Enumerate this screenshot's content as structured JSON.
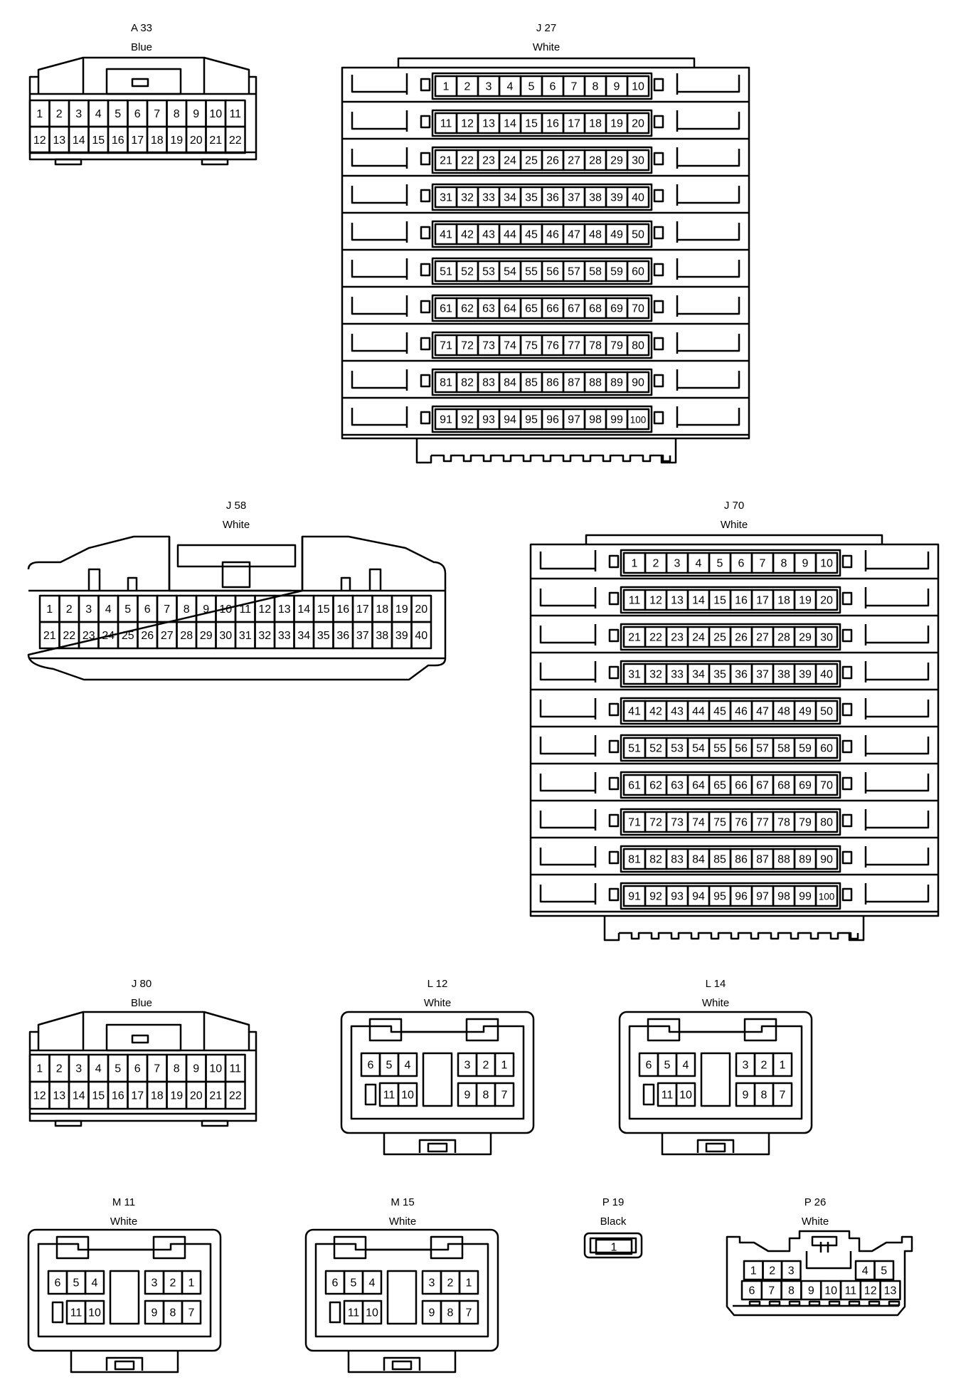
{
  "connectors": [
    {
      "key": "A33",
      "id": "A 33",
      "color": "Blue",
      "rows": [
        [
          1,
          2,
          3,
          4,
          5,
          6,
          7,
          8,
          9,
          10,
          11
        ],
        [
          12,
          13,
          14,
          15,
          16,
          17,
          18,
          19,
          20,
          21,
          22
        ]
      ]
    },
    {
      "key": "J27",
      "id": "J 27",
      "color": "White",
      "rows": [
        [
          1,
          2,
          3,
          4,
          5,
          6,
          7,
          8,
          9,
          10
        ],
        [
          11,
          12,
          13,
          14,
          15,
          16,
          17,
          18,
          19,
          20
        ],
        [
          21,
          22,
          23,
          24,
          25,
          26,
          27,
          28,
          29,
          30
        ],
        [
          31,
          32,
          33,
          34,
          35,
          36,
          37,
          38,
          39,
          40
        ],
        [
          41,
          42,
          43,
          44,
          45,
          46,
          47,
          48,
          49,
          50
        ],
        [
          51,
          52,
          53,
          54,
          55,
          56,
          57,
          58,
          59,
          60
        ],
        [
          61,
          62,
          63,
          64,
          65,
          66,
          67,
          68,
          69,
          70
        ],
        [
          71,
          72,
          73,
          74,
          75,
          76,
          77,
          78,
          79,
          80
        ],
        [
          81,
          82,
          83,
          84,
          85,
          86,
          87,
          88,
          89,
          90
        ],
        [
          91,
          92,
          93,
          94,
          95,
          96,
          97,
          98,
          99,
          100
        ]
      ]
    },
    {
      "key": "J58",
      "id": "J 58",
      "color": "White",
      "rows": [
        [
          1,
          2,
          3,
          4,
          5,
          6,
          7,
          8,
          9,
          10,
          11,
          12,
          13,
          14,
          15,
          16,
          17,
          18,
          19,
          20
        ],
        [
          21,
          22,
          23,
          24,
          25,
          26,
          27,
          28,
          29,
          30,
          31,
          32,
          33,
          34,
          35,
          36,
          37,
          38,
          39,
          40
        ]
      ]
    },
    {
      "key": "J70",
      "id": "J 70",
      "color": "White",
      "rows": [
        [
          1,
          2,
          3,
          4,
          5,
          6,
          7,
          8,
          9,
          10
        ],
        [
          11,
          12,
          13,
          14,
          15,
          16,
          17,
          18,
          19,
          20
        ],
        [
          21,
          22,
          23,
          24,
          25,
          26,
          27,
          28,
          29,
          30
        ],
        [
          31,
          32,
          33,
          34,
          35,
          36,
          37,
          38,
          39,
          40
        ],
        [
          41,
          42,
          43,
          44,
          45,
          46,
          47,
          48,
          49,
          50
        ],
        [
          51,
          52,
          53,
          54,
          55,
          56,
          57,
          58,
          59,
          60
        ],
        [
          61,
          62,
          63,
          64,
          65,
          66,
          67,
          68,
          69,
          70
        ],
        [
          71,
          72,
          73,
          74,
          75,
          76,
          77,
          78,
          79,
          80
        ],
        [
          81,
          82,
          83,
          84,
          85,
          86,
          87,
          88,
          89,
          90
        ],
        [
          91,
          92,
          93,
          94,
          95,
          96,
          97,
          98,
          99,
          100
        ]
      ]
    },
    {
      "key": "J80",
      "id": "J 80",
      "color": "Blue",
      "rows": [
        [
          1,
          2,
          3,
          4,
          5,
          6,
          7,
          8,
          9,
          10,
          11
        ],
        [
          12,
          13,
          14,
          15,
          16,
          17,
          18,
          19,
          20,
          21,
          22
        ]
      ]
    },
    {
      "key": "L12",
      "id": "L 12",
      "color": "White",
      "left": [
        [
          6,
          5,
          4
        ],
        [
          null,
          11,
          10
        ]
      ],
      "right": [
        [
          3,
          2,
          1
        ],
        [
          9,
          8,
          7
        ]
      ]
    },
    {
      "key": "L14",
      "id": "L 14",
      "color": "White",
      "left": [
        [
          6,
          5,
          4
        ],
        [
          null,
          11,
          10
        ]
      ],
      "right": [
        [
          3,
          2,
          1
        ],
        [
          9,
          8,
          7
        ]
      ]
    },
    {
      "key": "M11",
      "id": "M 11",
      "color": "White",
      "left": [
        [
          6,
          5,
          4
        ],
        [
          null,
          11,
          10
        ]
      ],
      "right": [
        [
          3,
          2,
          1
        ],
        [
          9,
          8,
          7
        ]
      ]
    },
    {
      "key": "M15",
      "id": "M 15",
      "color": "White",
      "left": [
        [
          6,
          5,
          4
        ],
        [
          null,
          11,
          10
        ]
      ],
      "right": [
        [
          3,
          2,
          1
        ],
        [
          9,
          8,
          7
        ]
      ]
    },
    {
      "key": "P19",
      "id": "P 19",
      "color": "Black",
      "rows": [
        [
          1
        ]
      ]
    },
    {
      "key": "P26",
      "id": "P 26",
      "color": "White",
      "left": [
        [
          1,
          2,
          3
        ],
        [
          6,
          7,
          8,
          9,
          10,
          11,
          12,
          13
        ]
      ],
      "right": [
        [
          4,
          5
        ]
      ]
    }
  ]
}
